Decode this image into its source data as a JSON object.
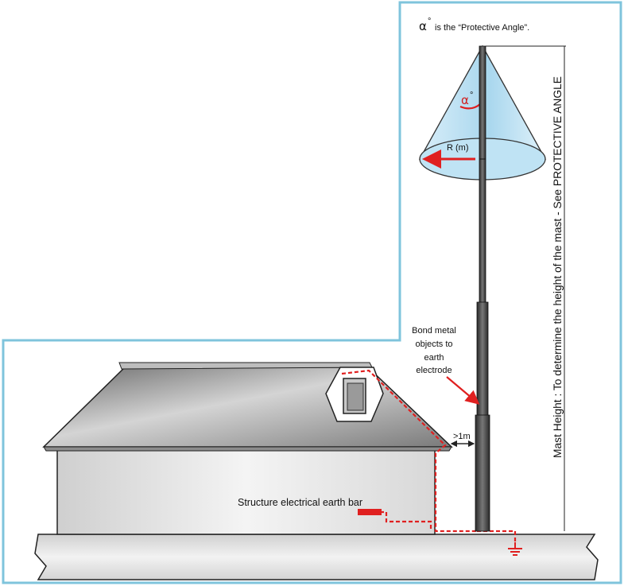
{
  "caption": {
    "alpha_symbol": "α",
    "degree": "°",
    "text": "is the “Protective Angle”."
  },
  "cone": {
    "alpha_symbol": "α",
    "degree": "°",
    "radius_label": "R (m)"
  },
  "labels": {
    "bond_line1": "Bond metal",
    "bond_line2": "objects to",
    "bond_line3": "earth",
    "bond_line4": "electrode",
    "distance": ">1m",
    "earth_bar": "Structure electrical earth bar",
    "mast_height": "Mast Height : To determine the height of the mast - See PROTECTIVE ANGLE"
  },
  "colors": {
    "frame": "#7fc4dc",
    "conductor": "#e02020",
    "cone_fill": "#c9e6f5",
    "ground": "#e6e6e6"
  }
}
